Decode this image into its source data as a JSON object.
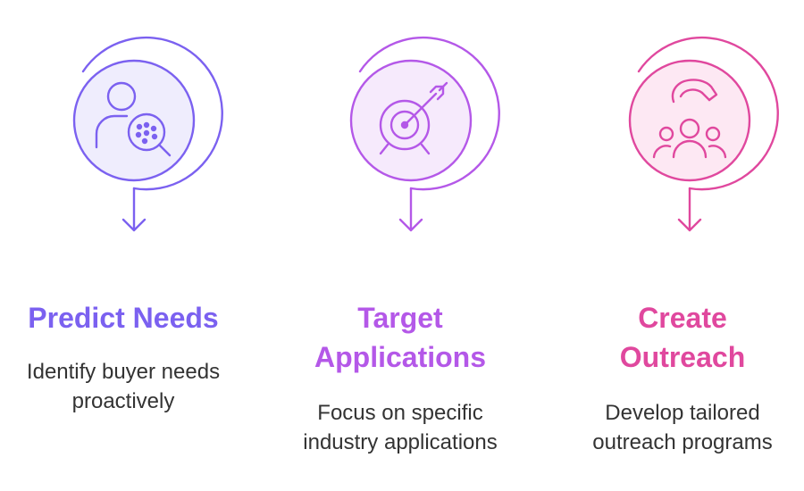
{
  "steps": [
    {
      "id": "predict-needs",
      "title": "Predict Needs",
      "description_lines": [
        "Identify buyer needs",
        "proactively"
      ],
      "icon": "user-search-icon",
      "color": "#7b61f0",
      "fill": "#efedfd"
    },
    {
      "id": "target-applications",
      "title_lines": [
        "Target",
        "Applications"
      ],
      "description_lines": [
        "Focus on specific",
        "industry applications"
      ],
      "icon": "target-arrow-icon",
      "color": "#b458e8",
      "fill": "#f6eafc"
    },
    {
      "id": "create-outreach",
      "title_lines": [
        "Create",
        "Outreach"
      ],
      "description_lines": [
        "Develop tailored",
        "outreach programs"
      ],
      "icon": "hand-group-icon",
      "color": "#e0489e",
      "fill": "#fde8f3"
    }
  ]
}
